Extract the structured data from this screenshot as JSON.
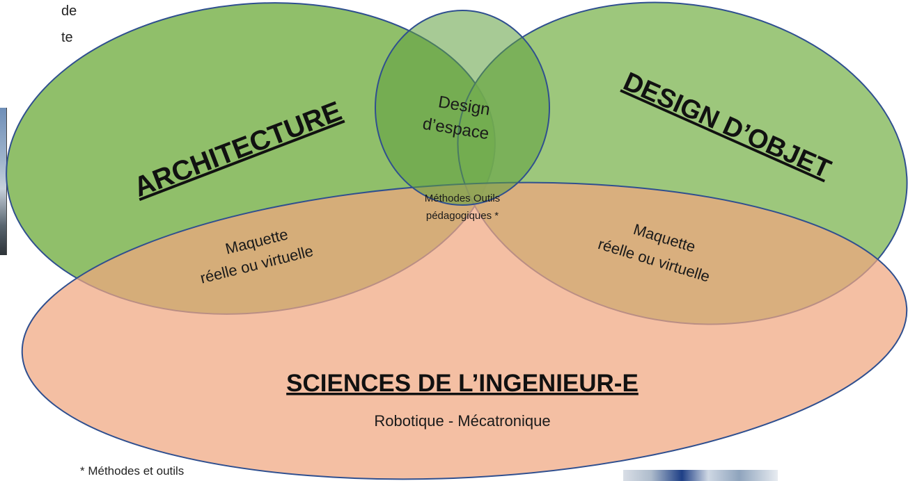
{
  "side_text": {
    "line1": "de",
    "line2": "te"
  },
  "circles": {
    "architecture": {
      "label": "ARCHITECTURE",
      "color": "#8cbd65"
    },
    "design_objet": {
      "label": "DESIGN D’OBJET",
      "color": "#8cbd65"
    },
    "sciences": {
      "label": "SCIENCES DE L’INGENIEUR-E",
      "sublabel": "Robotique - Mécatronique",
      "color": "#f0b08e"
    },
    "design_espace": {
      "line1": "Design",
      "line2": "d’espace",
      "color": "#6fa84e"
    }
  },
  "overlaps": {
    "center": {
      "line1": "Méthodes Outils",
      "line2": "pédagogiques *"
    },
    "left": {
      "line1": "Maquette",
      "line2": "réelle ou virtuelle"
    },
    "right": {
      "line1": "Maquette",
      "line2": "réelle ou virtuelle"
    }
  },
  "footnote": "* Méthodes et outils",
  "colors": {
    "outline": "#2f4f8f",
    "text": "#1a1a1a"
  }
}
